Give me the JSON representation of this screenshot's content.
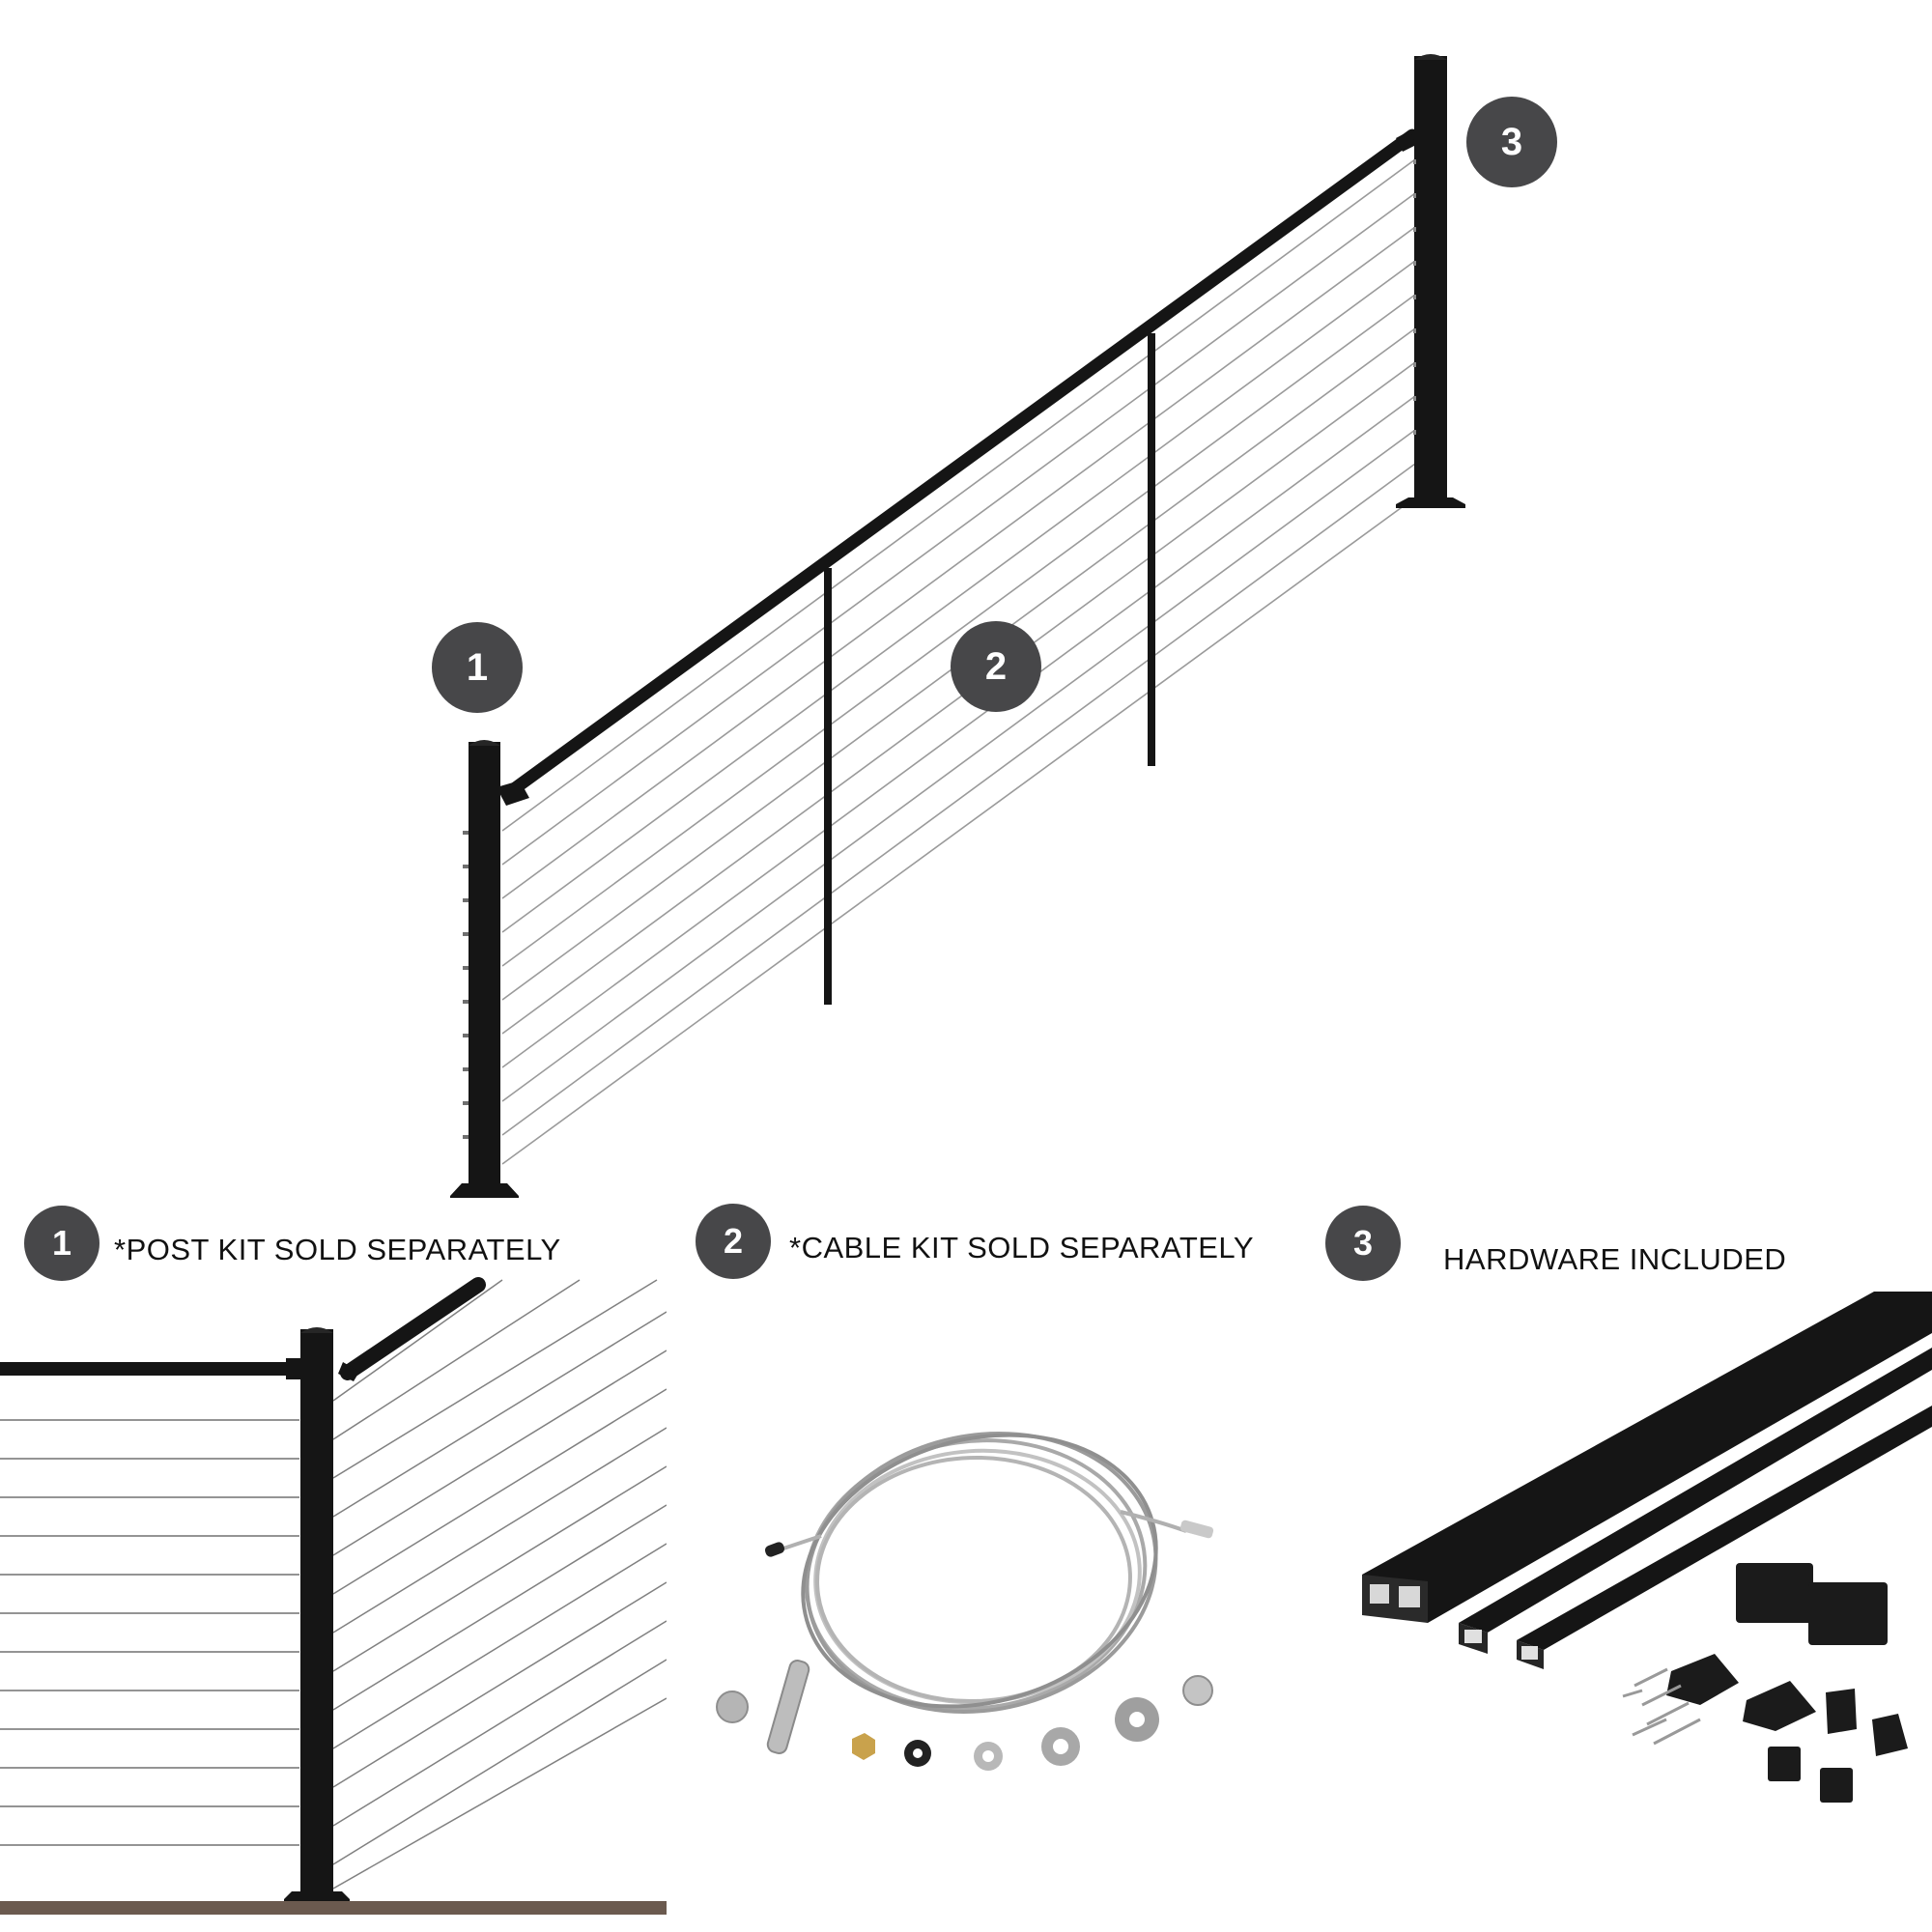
{
  "callouts": {
    "post": "1",
    "cable": "2",
    "hardware": "3"
  },
  "captions": {
    "post": "*POST KIT SOLD SEPARATELY",
    "cable": "*CABLE KIT SOLD SEPARATELY",
    "hardware": "HARDWARE INCLUDED"
  },
  "colors": {
    "metal": "#151515",
    "badge": "#474749",
    "cable": "#8a8a8a",
    "steel": "#b8b8b8",
    "deck": "#6b5a4f"
  }
}
